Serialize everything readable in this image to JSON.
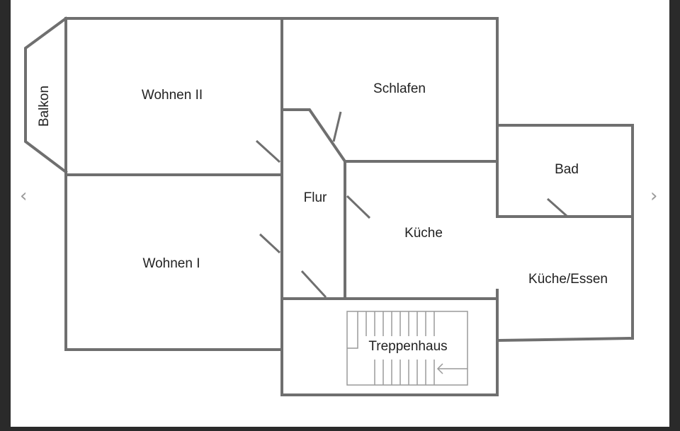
{
  "floorplan": {
    "rooms": {
      "balkon": "Balkon",
      "wohnen2": "Wohnen II",
      "schlafen": "Schlafen",
      "bad": "Bad",
      "flur": "Flur",
      "kueche": "Küche",
      "wohnen1": "Wohnen I",
      "kueche_essen": "Küche/Essen",
      "treppenhaus": "Treppenhaus"
    }
  },
  "viewer": {
    "prev_icon": "‹",
    "next_icon": "›"
  }
}
